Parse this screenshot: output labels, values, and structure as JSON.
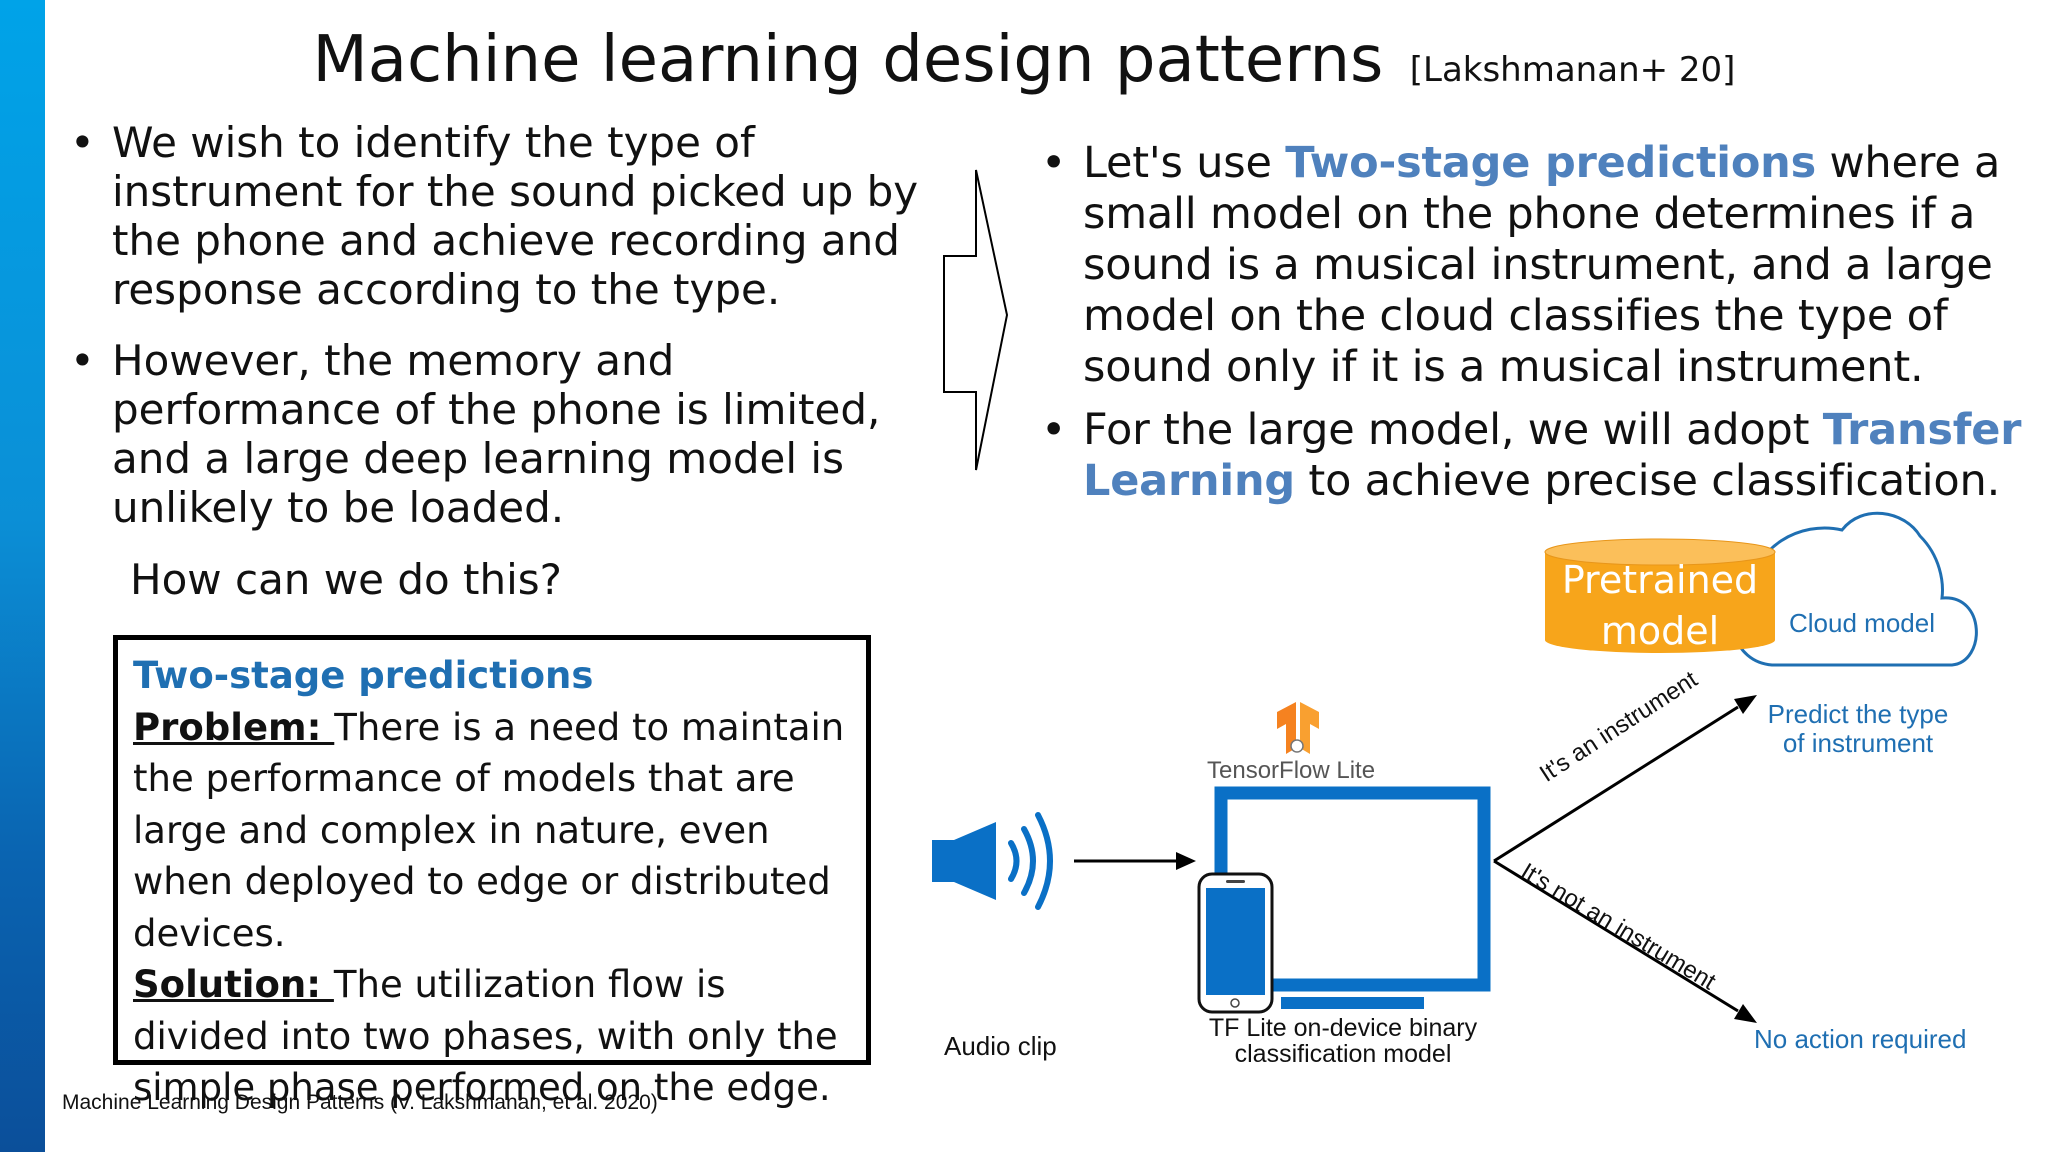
{
  "title": {
    "main": "Machine learning design patterns",
    "citation": "[Lakshmanan+ 20]"
  },
  "left_bullets": [
    {
      "text": "We wish to identify the type of instrument for the sound picked up by the phone and achieve recording and response according to the type."
    },
    {
      "text": "However, the memory and performance of the phone is limited, and a large deep learning model is unlikely to be loaded."
    }
  ],
  "question": "How can we do this?",
  "right_bullets": [
    {
      "pre": "Let's use ",
      "highlight": "Two-stage predictions",
      "post": " where a small model on the phone determines if a sound is a musical instrument, and a large model on the cloud classifies the type of sound only if it is a musical instrument."
    },
    {
      "pre": "For the large model, we will adopt ",
      "highlight": "Transfer Learning",
      "post": " to achieve precise classification."
    }
  ],
  "pattern_box": {
    "title": "Two-stage predictions",
    "problem_label": "Problem: ",
    "problem_text": "There is a need to maintain the performance of models that are large and complex in nature, even when deployed to edge or distributed devices.",
    "solution_label": "Solution: ",
    "solution_text": "The utilization flow is divided into two phases, with only the simple phase performed on the edge."
  },
  "diagram": {
    "pretrained_line1": "Pretrained",
    "pretrained_line2": "model",
    "cloud_label": "Cloud model",
    "predict_line1": "Predict the type",
    "predict_line2": "of instrument",
    "tensorflow_label": "TensorFlow Lite",
    "yes_label": "It's an instrument",
    "no_label": "It's not an instrument",
    "no_action": "No action required",
    "audio_label": "Audio clip",
    "tflite_line1": "TF Lite on-device binary",
    "tflite_line2": "classification model"
  },
  "footnote": "Machine Learning Design Patterns (V. Lakshmanan, et al. 2020)",
  "colors": {
    "highlight": "#4f81bd",
    "box_title": "#1f6fb2",
    "device_blue": "#0a70c6",
    "cylinder_orange": "#f7a51b",
    "tensorflow_orange": "#f58220",
    "stripe": "#0a8fd6"
  },
  "icons": [
    "speaker-icon",
    "cloud-icon",
    "tensorflow-logo-icon",
    "monitor-icon",
    "phone-icon",
    "database-icon"
  ]
}
